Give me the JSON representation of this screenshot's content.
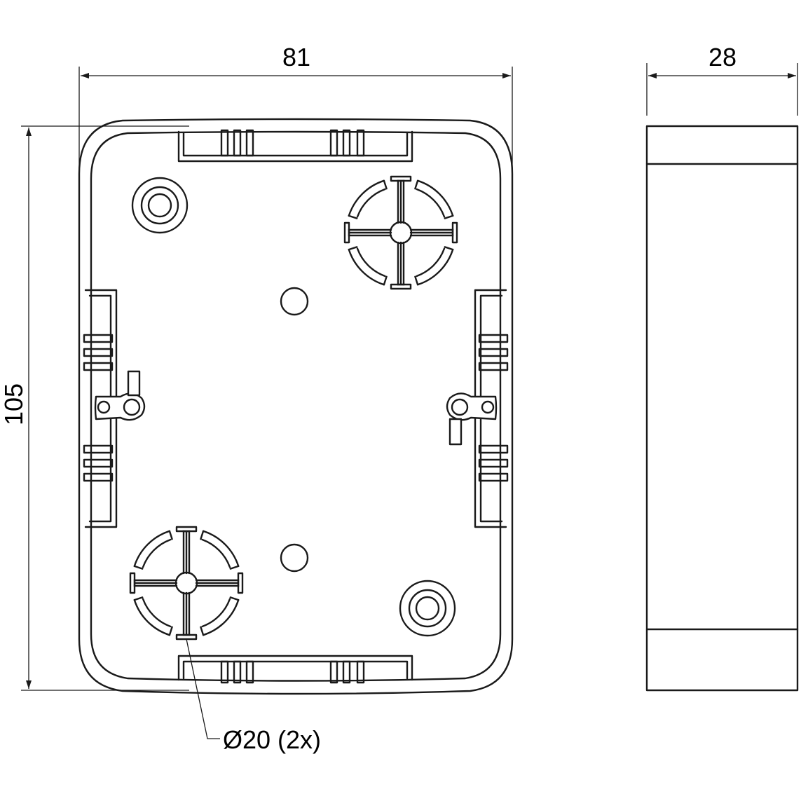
{
  "dimensions": {
    "width": "81",
    "height": "105",
    "depth": "28"
  },
  "callout": {
    "knockout_label": "Ø20 (2x)"
  },
  "colors": {
    "line": "#1a1a1a",
    "background": "#ffffff"
  }
}
